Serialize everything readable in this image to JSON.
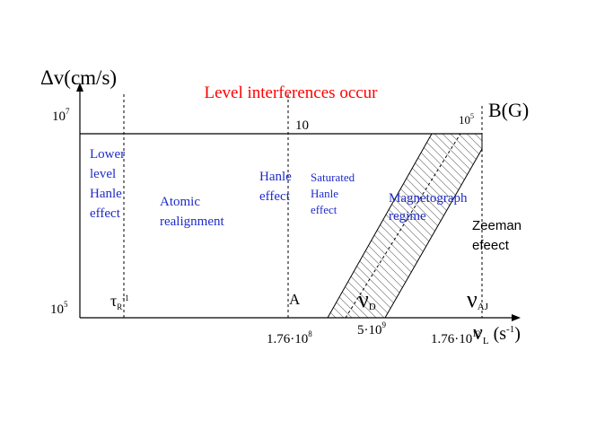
{
  "title": "Level interferences occur",
  "colors": {
    "title": "#ff0000",
    "region_label": "#1f2bc9",
    "axis": "#000000"
  },
  "axes": {
    "y": {
      "symbol": "Δ",
      "label": "v(cm/s)",
      "tick_top": "10",
      "tick_top_exp": "7",
      "tick_bottom": "10",
      "tick_bottom_exp": "5"
    },
    "x": {
      "symbol": "ν",
      "sub": "L",
      "label_pre": " (s",
      "label_exp": "-1",
      "label_post": ")"
    },
    "b_field": "B(G)"
  },
  "top_values": {
    "ten": "10",
    "ten5_base": "10",
    "ten5_exp": "5"
  },
  "x_ticks": {
    "t1_base": "1.76·10",
    "t1_exp": "8",
    "t2_base": "5·10",
    "t2_exp": "9",
    "t3_base": "1.76·10",
    "t3_exp": "12"
  },
  "markers": {
    "tau_symbol": "τ",
    "tau_sub": "R",
    "tau_exp": "-1",
    "a_label": "A",
    "nu_d_symbol": "ν",
    "nu_d_sub": "D",
    "nu_aj_symbol": "ν",
    "nu_aj_sub": "AJ"
  },
  "regions": {
    "lower_level": [
      "Lower",
      "level",
      "Hanle",
      "effect"
    ],
    "atomic": [
      "Atomic",
      "realignment"
    ],
    "hanle": [
      "Hanle",
      "effect"
    ],
    "saturated": [
      "Saturated",
      "Hanle",
      "effect"
    ],
    "magnetograph": [
      "Magnetograph",
      "regime"
    ],
    "zeeman": [
      "Zeeman",
      "efeect"
    ]
  }
}
